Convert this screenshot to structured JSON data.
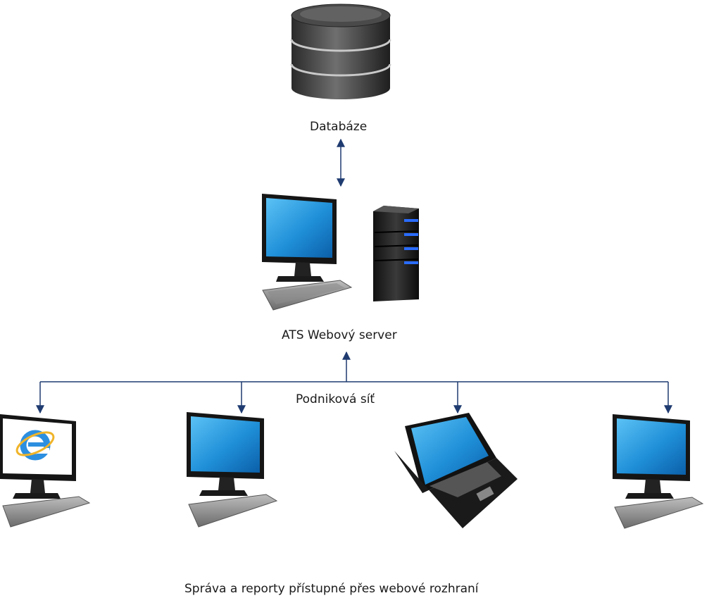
{
  "diagram": {
    "database_label": "Databáze",
    "server_label": "ATS Webový server",
    "network_label": "Podniková síť",
    "footer_text": "Správa a reporty přístupné přes webové rozhraní"
  },
  "icons": {
    "database": "database-icon",
    "server_monitor": "monitor-icon",
    "server_tower": "server-tower-icon",
    "client_browser": "browser-monitor-icon",
    "client_desktop": "monitor-icon",
    "client_laptop": "laptop-icon",
    "ie_logo": "internet-explorer-icon"
  },
  "colors": {
    "connector": "#1f3b70",
    "screen_blue": "#1f8fd8",
    "device_black": "#1a1a1a"
  }
}
